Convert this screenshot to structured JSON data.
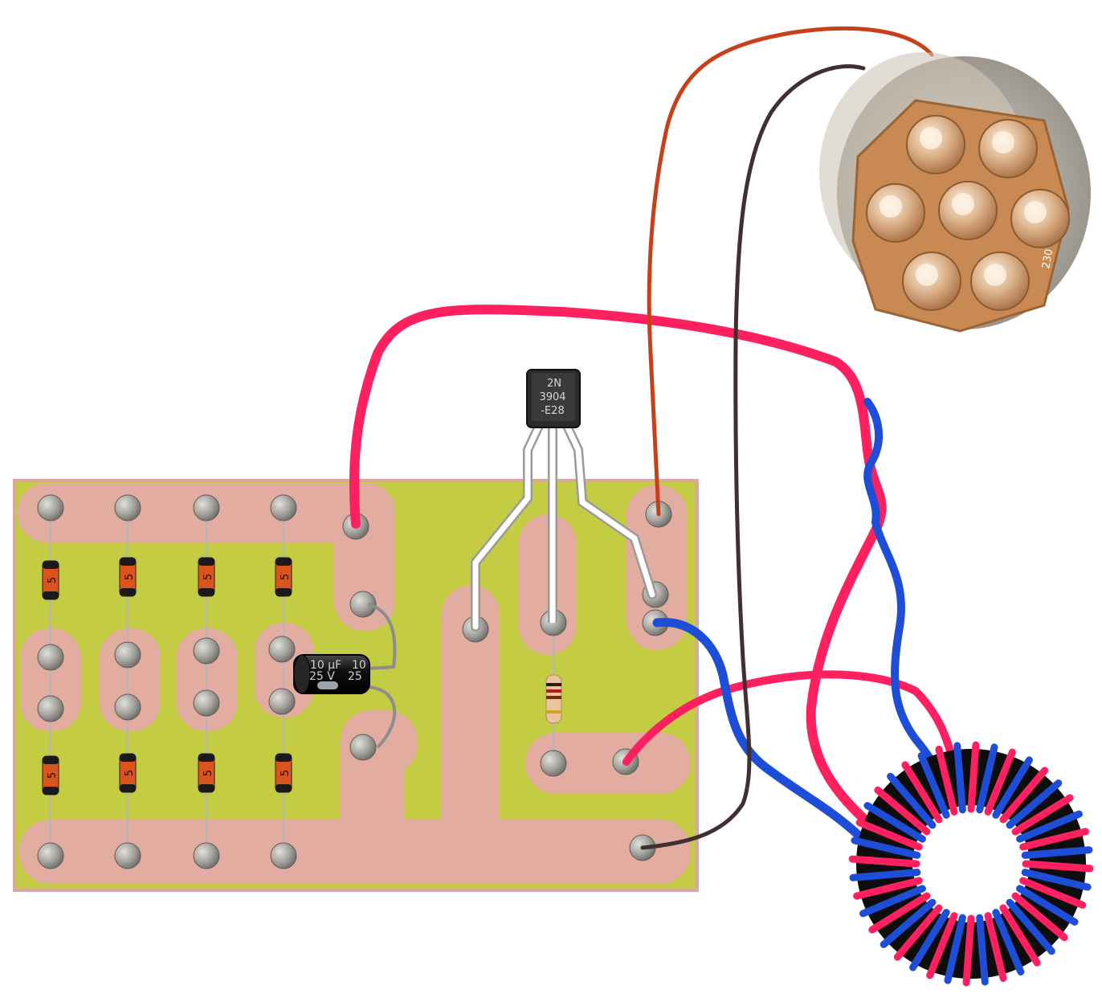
{
  "transistor": {
    "line1": "2N",
    "line2": "3904",
    "line3": "-E28"
  },
  "capacitor": {
    "line1": "10 µF",
    "line1_mirror": "10",
    "line2": "25 V",
    "line2_mirror": "25"
  },
  "led_board": {
    "silk": "230"
  },
  "diode_marking": "5",
  "colors": {
    "board": "#c4cc44",
    "pad": "#e3aca0",
    "board_border": "#d9a9a1",
    "via": "#a8a6a0",
    "wire_red": "#ff2060",
    "wire_blue": "#1e4ed8",
    "wire_orange": "#c8401a",
    "wire_brown": "#40302f",
    "wire_white": "#ffffff"
  },
  "icons": {
    "diode": "diode-icon",
    "capacitor": "electrolytic-capacitor-icon",
    "transistor": "to92-transistor-icon",
    "resistor": "resistor-icon",
    "toroid": "toroid-coil-icon",
    "leds": "led-cluster-icon"
  }
}
